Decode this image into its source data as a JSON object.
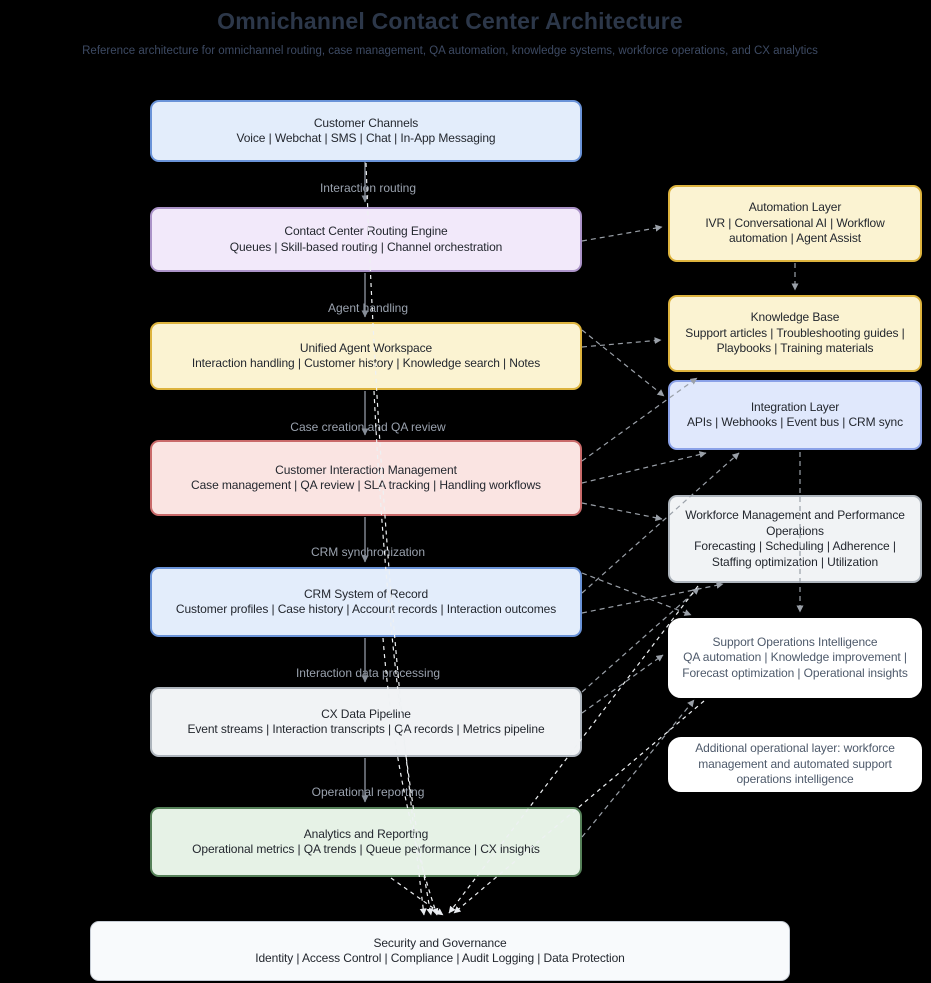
{
  "header": {
    "title": "Omnichannel Contact Center Architecture",
    "subtitle": "Reference architecture for omnichannel routing, case management, QA automation, knowledge systems, workforce operations, and CX analytics"
  },
  "nodes": {
    "customer_channels": {
      "title": "Customer Channels",
      "body": "Voice | Webchat | SMS | Chat | In-App Messaging"
    },
    "routing_engine": {
      "title": "Contact Center Routing Engine",
      "body": "Queues | Skill-based routing | Channel orchestration"
    },
    "agent_workspace": {
      "title": "Unified Agent Workspace",
      "body": "Interaction handling | Customer history | Knowledge search | Notes"
    },
    "interaction_management": {
      "title": "Customer Interaction Management",
      "body": "Case management | QA review | SLA tracking | Handling workflows"
    },
    "crm": {
      "title": "CRM System of Record",
      "body": "Customer profiles | Case history | Account records | Interaction outcomes"
    },
    "cx_pipeline": {
      "title": "CX Data Pipeline",
      "body": "Event streams | Interaction transcripts | QA records | Metrics pipeline"
    },
    "analytics": {
      "title": "Analytics and Reporting",
      "body": "Operational metrics | QA trends | Queue performance | CX insights"
    },
    "security": {
      "title": "Security and Governance",
      "body": "Identity | Access Control | Compliance | Audit Logging | Data Protection"
    },
    "automation": {
      "title": "Automation Layer",
      "body": "IVR | Conversational AI | Workflow automation | Agent Assist"
    },
    "knowledge_base": {
      "title": "Knowledge Base",
      "body": "Support articles | Troubleshooting guides | Playbooks | Training materials"
    },
    "integration": {
      "title": "Integration Layer",
      "body": "APIs | Webhooks | Event bus | CRM sync"
    },
    "wfm": {
      "title": "Workforce Management and Performance Operations",
      "body": "Forecasting | Scheduling | Adherence | Staffing optimization | Utilization"
    },
    "soi": {
      "title": "Support Operations Intelligence",
      "body": "QA automation | Knowledge improvement | Forecast optimization | Operational insights"
    },
    "note": {
      "body": "Additional operational layer: workforce management and automated support operations intelligence"
    }
  },
  "edge_labels": {
    "interaction_routing": "Interaction routing",
    "agent_handling": "Agent handling",
    "case_creation": "Case creation and QA review",
    "crm_sync": "CRM synchronization",
    "data_processing": "Interaction data processing",
    "operational_reporting": "Operational reporting"
  },
  "palette": {
    "background": "#000000",
    "title_color": "#2c3749",
    "subtitle_color": "#3d4a63",
    "node_text": "#23272e",
    "muted_text": "#4e5a6b",
    "edge_label": "#9aa2ae",
    "edge_gray": "#9aa0a8",
    "edge_white": "#eef1f3",
    "blue_fill": "#e3edfb",
    "blue_border": "#6a93d8",
    "purple_fill": "#f2e9fa",
    "purple_border": "#ab93c8",
    "yellow_fill": "#fbf3d2",
    "yellow_border": "#ddb33d",
    "red_fill": "#fae4e2",
    "red_border": "#c96a6a",
    "gray_fill": "#f1f3f5",
    "gray_border": "#aeb5bd",
    "green_fill": "#e6f2e6",
    "green_border": "#568159",
    "periwinkle_fill": "#e0e8fc",
    "periwinkle_border": "#8ba2e8",
    "white_fill": "#ffffff",
    "security_fill": "#f8fafc",
    "security_border": "#c6ccd5"
  }
}
